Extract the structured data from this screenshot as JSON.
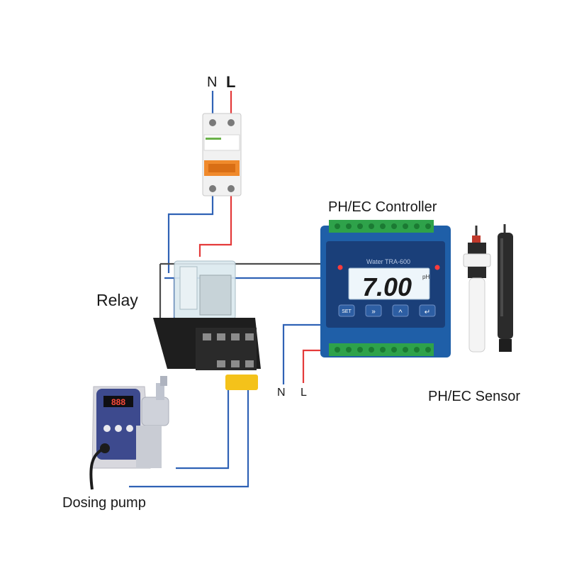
{
  "labels": {
    "controller": "PH/EC Controller",
    "sensor": "PH/EC Sensor",
    "relay": "Relay",
    "pump": "Dosing pump",
    "top_neutral": "N",
    "top_live": "L",
    "bottom_neutral": "N",
    "bottom_live": "L"
  },
  "controller": {
    "model": "Water  TRA-600",
    "reading": "7.00",
    "unit": "pH",
    "buttons": {
      "set": "SET",
      "shift": "»",
      "up": "^",
      "enter": "↵"
    }
  },
  "pump": {
    "display": "888"
  },
  "wire_colors": {
    "neutral": "#2f62b5",
    "live": "#e43a3a",
    "signal": "#4d4d4d"
  }
}
